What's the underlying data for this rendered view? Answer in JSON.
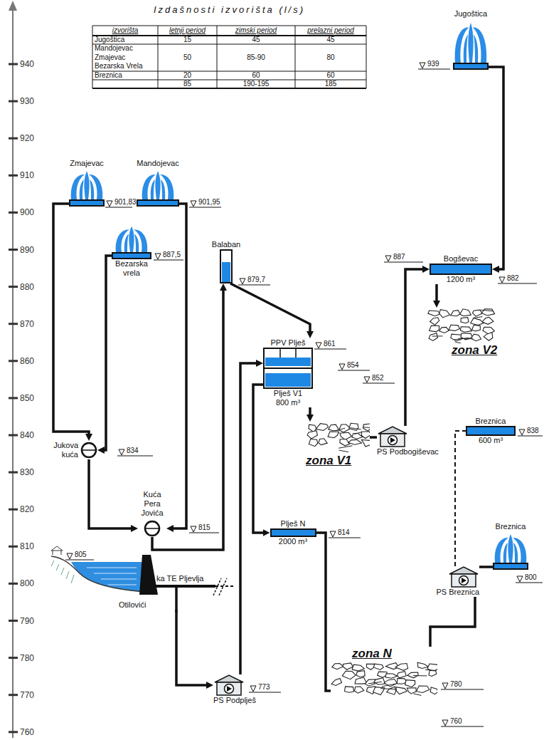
{
  "diagram": {
    "nodes": [
      {
        "text": [
          "Zmajevac"
        ]
      },
      {
        "text": [
          "Mandojevac"
        ]
      },
      {
        "text": [
          "Bezarska vrela"
        ]
      },
      {
        "text": [
          "Jukova kuća"
        ]
      },
      {
        "text": [
          "Kuća Pera Jovića"
        ]
      },
      {
        "text": [
          "Otilovići"
        ]
      },
      {
        "text": [
          "PS Podplješ"
        ]
      },
      {
        "text": [
          "Balaban"
        ]
      },
      {
        "text": [
          "PPV Plješ",
          "Plješ V1",
          "800 m³"
        ]
      },
      {
        "text": [
          "Plješ N",
          "2000 m³"
        ]
      },
      {
        "text": [
          "zona V1"
        ]
      },
      {
        "text": [
          "PS Podbogiševac"
        ]
      },
      {
        "text": [
          "Bogševac",
          "1200 m³"
        ]
      },
      {
        "text": [
          "Jugoštica"
        ]
      },
      {
        "text": [
          "zona V2"
        ]
      },
      {
        "text": [
          "Breznica",
          "600 m³"
        ]
      },
      {
        "text": [
          "Breznica"
        ]
      },
      {
        "text": [
          "PS Breznica"
        ]
      },
      {
        "text": [
          "zona N"
        ]
      }
    ],
    "edges": [
      {
        "from": 0,
        "to": 3,
        "arrow": "to"
      },
      {
        "from": 2,
        "to": 3,
        "arrow": "to"
      },
      {
        "from": 3,
        "to": 4,
        "arrow": "to"
      },
      {
        "from": 1,
        "to": 4,
        "arrow": "to"
      },
      {
        "from": 4,
        "to": 7,
        "arrow": "to"
      },
      {
        "from": 5,
        "to": 6,
        "arrow": "to"
      },
      {
        "from": 6,
        "to": 8,
        "arrow": "to"
      },
      {
        "from": 7,
        "to": 8,
        "arrow": "to"
      },
      {
        "from": 8,
        "to": 10,
        "arrow": "to"
      },
      {
        "from": 8,
        "to": 9,
        "arrow": "to"
      },
      {
        "from": 9,
        "to": 18,
        "arrow": "none"
      },
      {
        "from": 10,
        "to": 11,
        "arrow": "none"
      },
      {
        "from": 11,
        "to": 12,
        "arrow": "to"
      },
      {
        "from": 13,
        "to": 12,
        "arrow": "to"
      },
      {
        "from": 12,
        "to": 14,
        "arrow": "to"
      },
      {
        "from": 16,
        "to": 17,
        "arrow": "none"
      },
      {
        "from": 17,
        "to": 15,
        "arrow": "none"
      },
      {
        "from": 17,
        "to": 18,
        "arrow": "none"
      }
    ],
    "labels": [
      "Izdašnosti izvorišta (l/s)",
      "izvorišta",
      "letnji period",
      "zimski period",
      "prelazni period",
      "Jugoštica",
      "15",
      "45",
      "45",
      "Mandojevac",
      "Zmajevac",
      "Bezarska Vrela",
      "50",
      "85-90",
      "80",
      "Breznica",
      "20",
      "60",
      "60",
      "85",
      "190-195",
      "185",
      "940",
      "930",
      "920",
      "910",
      "900",
      "890",
      "880",
      "870",
      "860",
      "850",
      "840",
      "830",
      "820",
      "810",
      "800",
      "790",
      "780",
      "770",
      "760",
      "901,83",
      "901,95",
      "887,5",
      "879,7",
      "861",
      "854",
      "852",
      "834",
      "815",
      "805",
      "773",
      "939",
      "887",
      "882",
      "838",
      "814",
      "800",
      "780",
      "760",
      "ka TE Pljevlja"
    ]
  }
}
